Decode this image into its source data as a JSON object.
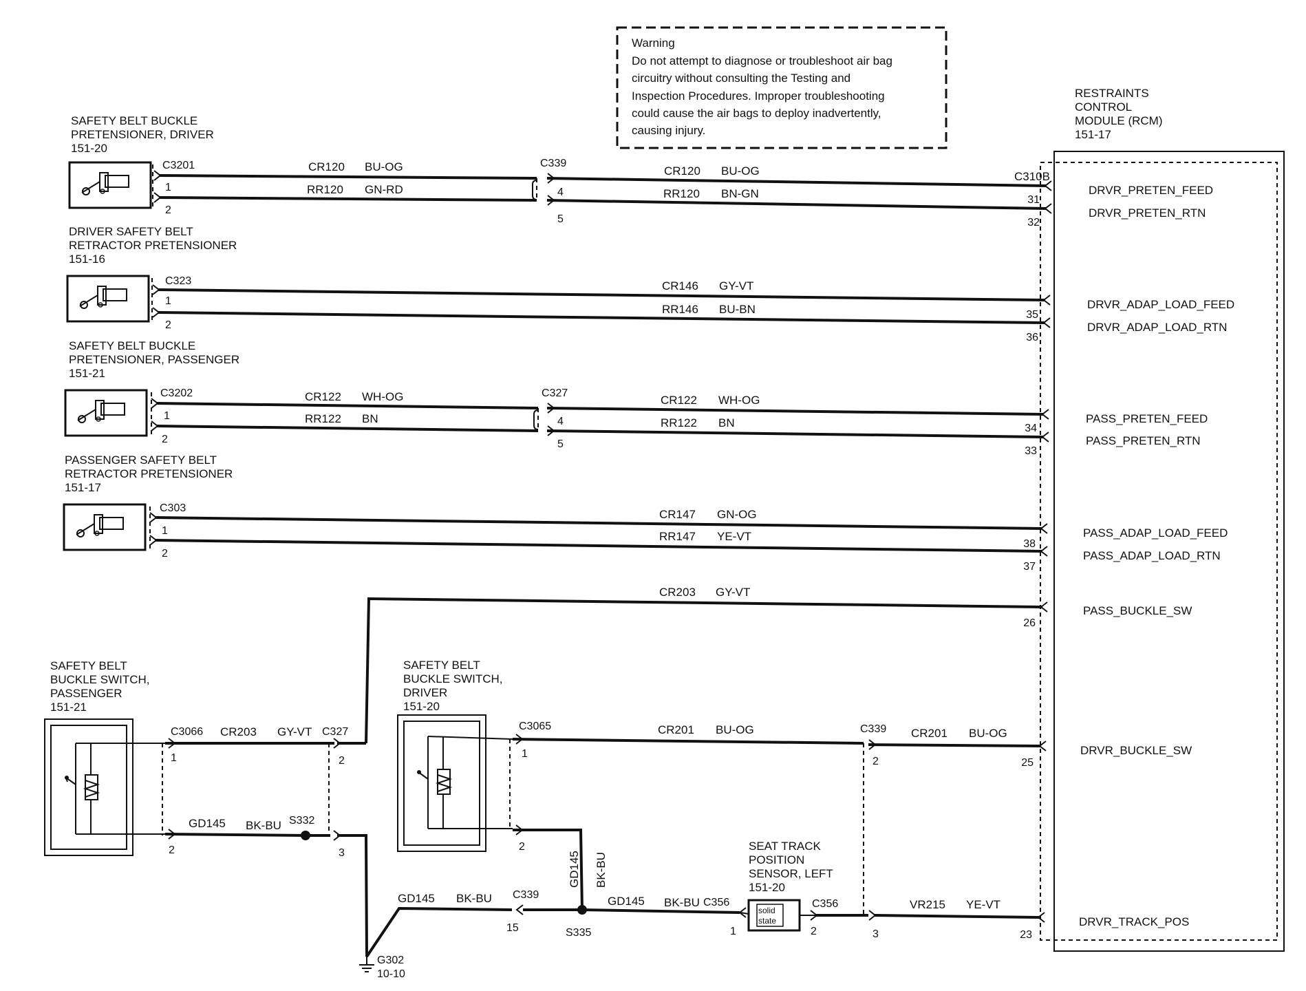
{
  "warning": {
    "title": "Warning",
    "lines": [
      "Do not attempt to diagnose or troubleshoot air bag",
      "circuitry without consulting the Testing and",
      "Inspection Procedures. Improper troubleshooting",
      "could cause the air bags to deploy inadvertently,",
      "causing injury."
    ]
  },
  "rcm": {
    "name_lines": [
      "RESTRAINTS",
      "CONTROL",
      "MODULE (RCM)",
      "151-17"
    ],
    "connector": "C310B",
    "signals": [
      "DRVR_PRETEN_FEED",
      "DRVR_PRETEN_RTN",
      "DRVR_ADAP_LOAD_FEED",
      "DRVR_ADAP_LOAD_RTN",
      "PASS_PRETEN_FEED",
      "PASS_PRETEN_RTN",
      "PASS_ADAP_LOAD_FEED",
      "PASS_ADAP_LOAD_RTN",
      "PASS_BUCKLE_SW",
      "DRVR_BUCKLE_SW",
      "DRVR_TRACK_POS"
    ],
    "pins": [
      "31",
      "32",
      "35",
      "36",
      "34",
      "33",
      "38",
      "37",
      "26",
      "25",
      "23"
    ]
  },
  "components": {
    "c1": {
      "lines": [
        "SAFETY BELT BUCKLE",
        "PRETENSIONER,   DRIVER",
        "151-20"
      ],
      "connector": "C3201",
      "pins": [
        "1",
        "2"
      ]
    },
    "c2": {
      "lines": [
        "DRIVER SAFETY BELT",
        "RETRACTOR  PRETENSIONER",
        "151-16"
      ],
      "connector": "C323",
      "pins": [
        "1",
        "2"
      ]
    },
    "c3": {
      "lines": [
        "SAFETY BELT BUCKLE",
        "PRETENSIONER,    PASSENGER",
        "151-21"
      ],
      "connector": "C3202",
      "pins": [
        "1",
        "2"
      ]
    },
    "c4": {
      "lines": [
        "PASSENGER SAFETY BELT",
        "RETRACTOR  PRETENSIONER",
        "151-17"
      ],
      "connector": "C303",
      "pins": [
        "1",
        "2"
      ]
    },
    "c5": {
      "lines": [
        "SAFETY BELT",
        "BUCKLE SWITCH,",
        "PASSENGER",
        "151-21"
      ],
      "connector": "C3066",
      "pins": [
        "1",
        "2"
      ]
    },
    "c6": {
      "lines": [
        "SAFETY BELT",
        "BUCKLE SWITCH,",
        "DRIVER",
        "151-20"
      ],
      "connector": "C3065",
      "pins": [
        "1",
        "2"
      ]
    },
    "c7": {
      "lines": [
        "SEAT TRACK",
        "POSITION",
        "SENSOR, LEFT",
        "151-20"
      ],
      "inner_lines": [
        "solid",
        "state"
      ],
      "connector_left": "C356",
      "connector_right": "C356",
      "pins": [
        "1",
        "2"
      ]
    }
  },
  "wires": {
    "w1a": {
      "circuit": "CR120",
      "color": "BU-OG"
    },
    "w1b": {
      "circuit": "CR120",
      "color": "BU-OG"
    },
    "w2a": {
      "circuit": "RR120",
      "color": "GN-RD"
    },
    "w2b": {
      "circuit": "RR120",
      "color": "BN-GN"
    },
    "w3": {
      "circuit": "CR146",
      "color": "GY-VT"
    },
    "w4": {
      "circuit": "RR146",
      "color": "BU-BN"
    },
    "w5a": {
      "circuit": "CR122",
      "color": "WH-OG"
    },
    "w5b": {
      "circuit": "CR122",
      "color": "WH-OG"
    },
    "w6a": {
      "circuit": "RR122",
      "color": "BN"
    },
    "w6b": {
      "circuit": "RR122",
      "color": "BN"
    },
    "w7": {
      "circuit": "CR147",
      "color": "GN-OG"
    },
    "w8": {
      "circuit": "RR147",
      "color": "YE-VT"
    },
    "w9": {
      "circuit": "CR203",
      "color": "GY-VT"
    },
    "w10": {
      "circuit": "CR203",
      "color": "GY-VT"
    },
    "w11": {
      "circuit": "GD145",
      "color": "BK-BU"
    },
    "w12": {
      "circuit": "CR201",
      "color": "BU-OG"
    },
    "w13": {
      "circuit": "CR201",
      "color": "BU-OG"
    },
    "w14": {
      "circuit": "GD145",
      "color": "BK-BU"
    },
    "w15": {
      "circuit": "GD145",
      "color": "BK-BU"
    },
    "w16": {
      "circuit": "GD145",
      "color": "BK-BU"
    },
    "w17": {
      "circuit": "VR215",
      "color": "YE-VT"
    }
  },
  "inline": {
    "c339a": {
      "name": "C339",
      "pins": [
        "4",
        "5"
      ]
    },
    "c327a": {
      "name": "C327",
      "pins": [
        "4",
        "5"
      ]
    },
    "c327b": {
      "name": "C327",
      "pins": [
        "2",
        "3"
      ]
    },
    "c339b": {
      "name": "C339",
      "pins": [
        "2",
        "3"
      ]
    },
    "c339c": {
      "name": "C339",
      "pin": "15"
    }
  },
  "splices": {
    "s332": "S332",
    "s335": "S335"
  },
  "ground": {
    "name": "G302",
    "ref": "10-10"
  }
}
